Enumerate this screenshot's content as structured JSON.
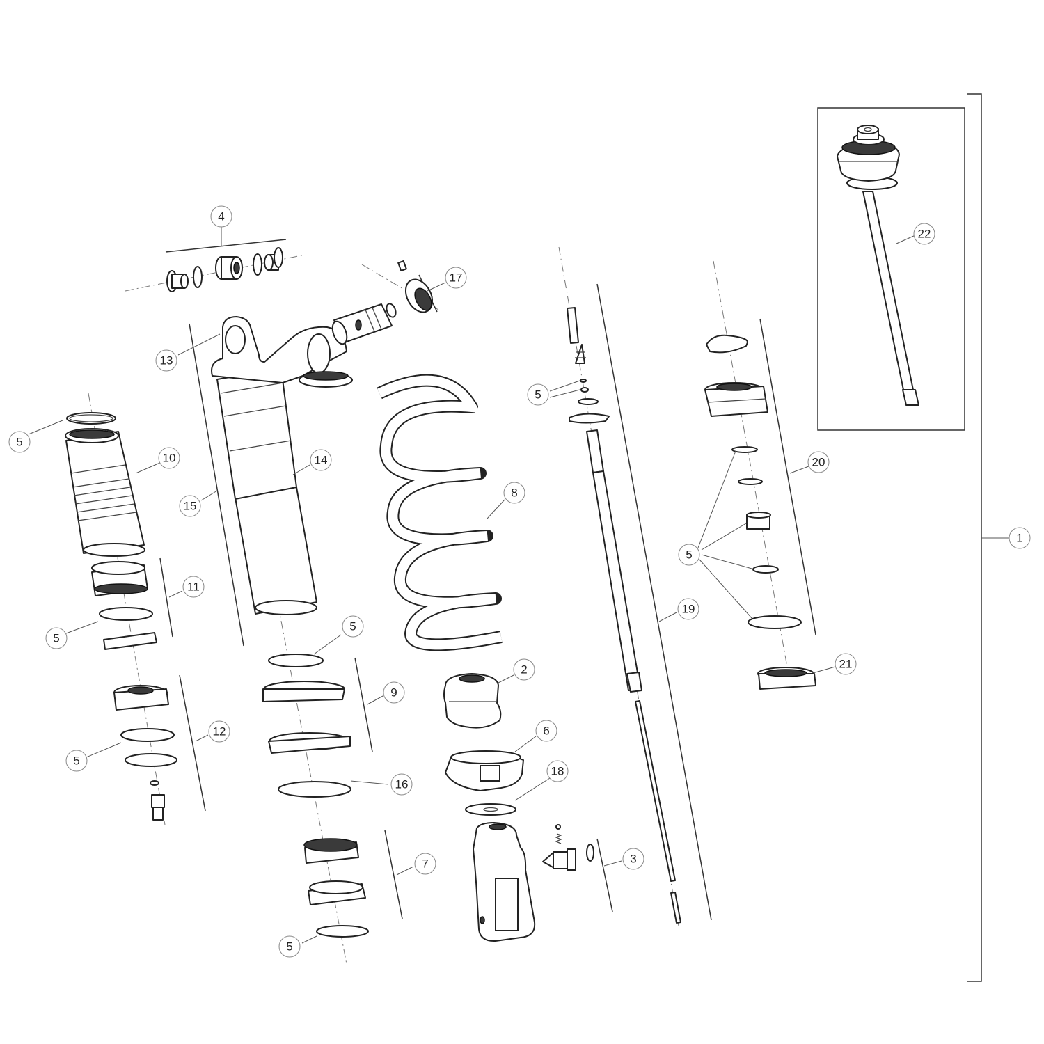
{
  "callouts": [
    {
      "id": "c1",
      "label": "1"
    },
    {
      "id": "c2",
      "label": "2"
    },
    {
      "id": "c3",
      "label": "3"
    },
    {
      "id": "c4",
      "label": "4"
    },
    {
      "id": "c5a",
      "label": "5"
    },
    {
      "id": "c5b",
      "label": "5"
    },
    {
      "id": "c5c",
      "label": "5"
    },
    {
      "id": "c5d",
      "label": "5"
    },
    {
      "id": "c5e",
      "label": "5"
    },
    {
      "id": "c5f",
      "label": "5"
    },
    {
      "id": "c5g",
      "label": "5"
    },
    {
      "id": "c6",
      "label": "6"
    },
    {
      "id": "c7",
      "label": "7"
    },
    {
      "id": "c8",
      "label": "8"
    },
    {
      "id": "c9",
      "label": "9"
    },
    {
      "id": "c10",
      "label": "10"
    },
    {
      "id": "c11",
      "label": "11"
    },
    {
      "id": "c12",
      "label": "12"
    },
    {
      "id": "c13",
      "label": "13"
    },
    {
      "id": "c14",
      "label": "14"
    },
    {
      "id": "c15",
      "label": "15"
    },
    {
      "id": "c16",
      "label": "16"
    },
    {
      "id": "c17",
      "label": "17"
    },
    {
      "id": "c18",
      "label": "18"
    },
    {
      "id": "c19",
      "label": "19"
    },
    {
      "id": "c20",
      "label": "20"
    },
    {
      "id": "c21",
      "label": "21"
    },
    {
      "id": "c22",
      "label": "22"
    }
  ]
}
